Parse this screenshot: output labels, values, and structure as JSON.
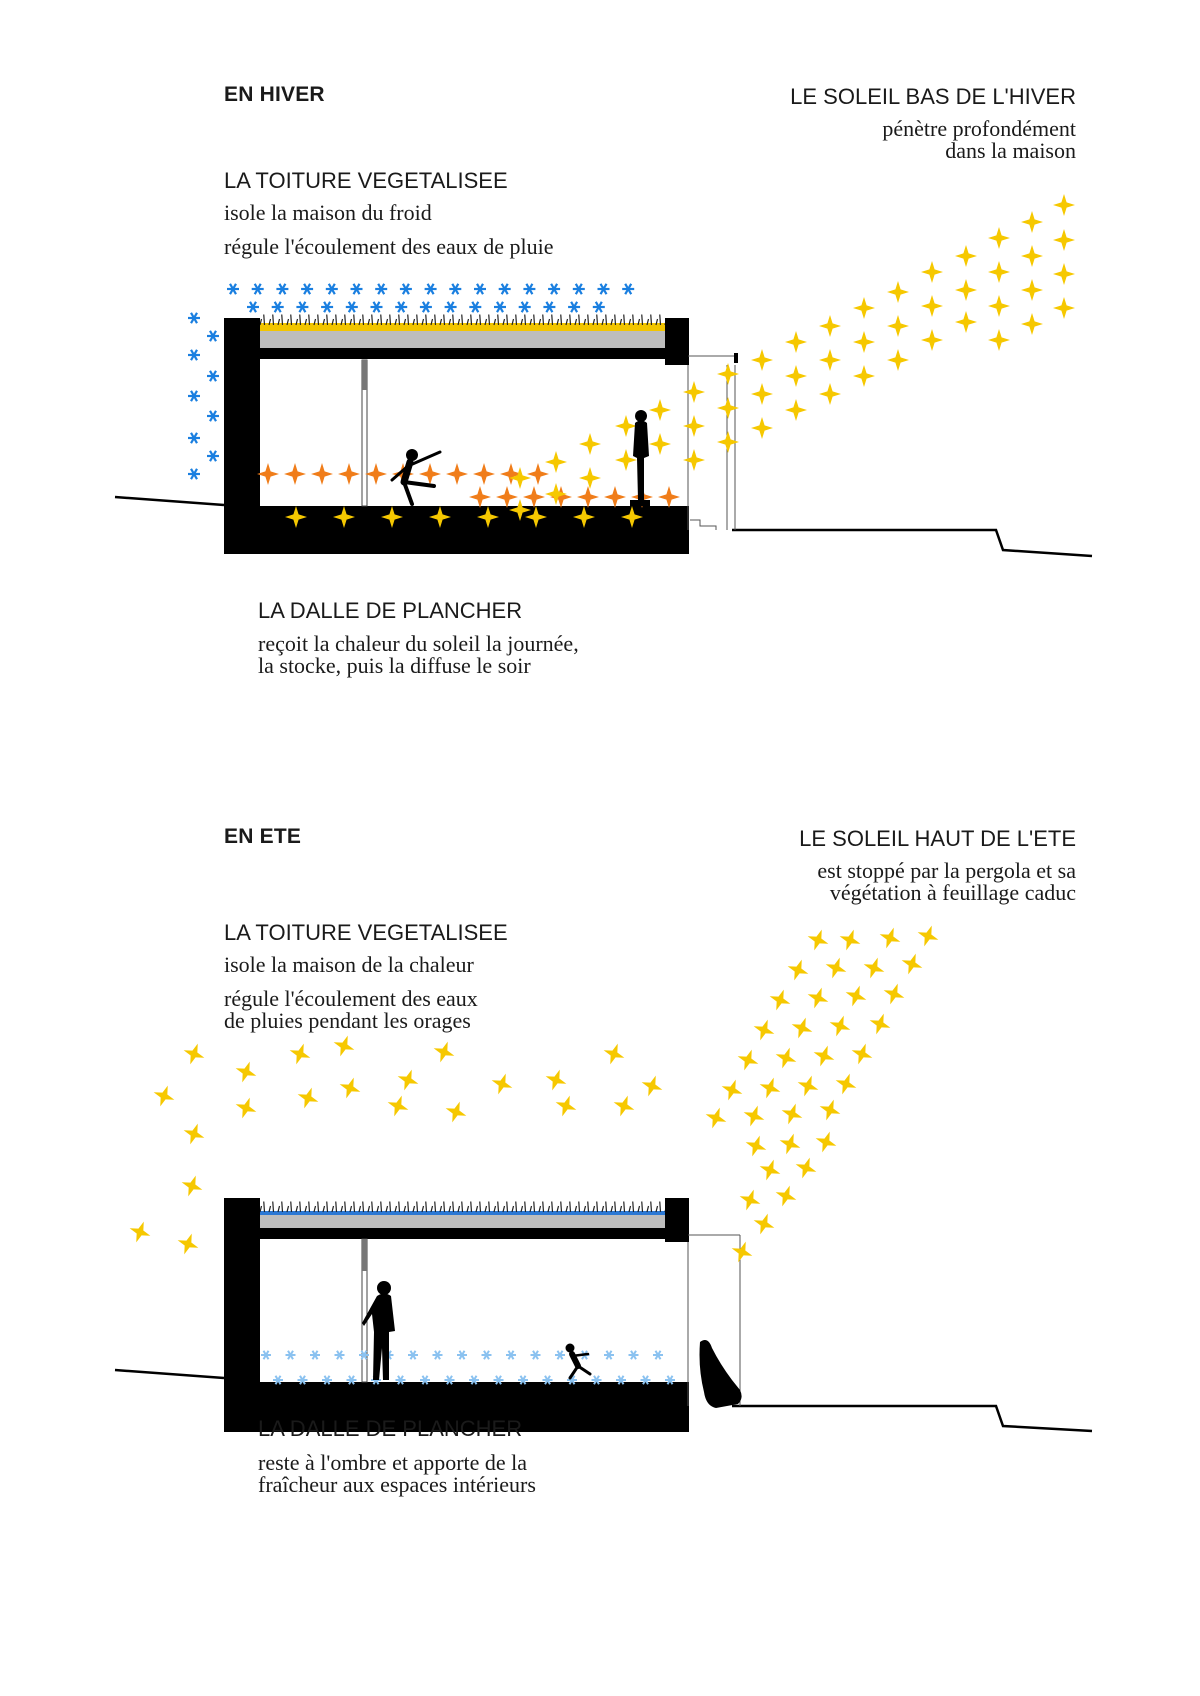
{
  "colors": {
    "structure": "#000000",
    "roof_gray": "#bdbdbd",
    "winter_membrane": "#f2c500",
    "summer_membrane": "#2b78d4",
    "snow_blue": "#1a7fe0",
    "cool_blue": "#8bc2f0",
    "sun_yellow": "#f6c800",
    "heat_orange": "#f07d1a"
  },
  "icons": [
    "snowflake-icon",
    "sun-star-icon",
    "heat-star-icon",
    "person-silhouette-icon",
    "child-silhouette-icon",
    "armchair-icon"
  ],
  "winter": {
    "title": "EN HIVER",
    "sun_heading": "LE SOLEIL BAS DE L'HIVER",
    "sun_text": [
      "pénètre profondément",
      "dans la maison"
    ],
    "roof_heading": "LA TOITURE VEGETALISEE",
    "roof_text": [
      "isole la maison du froid",
      "régule l'écoulement des eaux de pluie"
    ],
    "slab_heading": "LA DALLE DE PLANCHER",
    "slab_text": [
      "reçoit la chaleur du soleil la journée,",
      "la stocke, puis la diffuse le soir"
    ]
  },
  "summer": {
    "title": "EN ETE",
    "sun_heading": "LE SOLEIL HAUT DE L'ETE",
    "sun_text": [
      "est stoppé par la pergola et sa",
      "végétation à feuillage caduc"
    ],
    "roof_heading": "LA TOITURE VEGETALISEE",
    "roof_text": [
      "isole la maison de la chaleur",
      "régule l'écoulement des eaux",
      "de pluies pendant les orages"
    ],
    "slab_heading": "LA DALLE DE PLANCHER",
    "slab_text": [
      "reste à l'ombre et apporte de la",
      "fraîcheur aux espaces intérieurs"
    ]
  }
}
